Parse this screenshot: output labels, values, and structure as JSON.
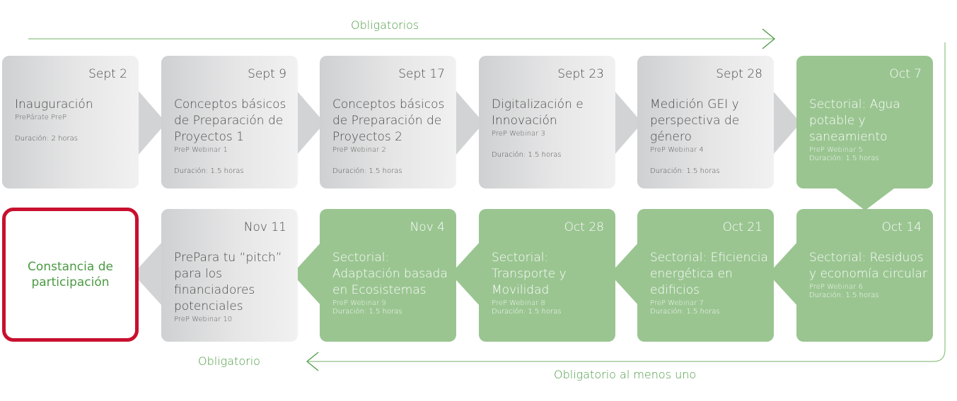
{
  "labels": {
    "top": "Obligatorios",
    "bottom_left": "Obligatorio",
    "bottom_right": "Obligatorio al menos uno"
  },
  "colors": {
    "gray": "#e3e3e4",
    "green": "#9ac591",
    "accent_line": "#4a9a42",
    "final_border": "#c8102e"
  },
  "row1": [
    {
      "date": "Sept 2",
      "title": "Inauguración",
      "sub": "PrePárate PreP",
      "duration": "Duración: 2 horas"
    },
    {
      "date": "Sept 9",
      "title": "Conceptos básicos de Preparación de Proyectos 1",
      "sub": "PreP Webinar 1",
      "duration": "Duración: 1.5 horas"
    },
    {
      "date": "Sept 17",
      "title": "Conceptos básicos de Preparación de Proyectos 2",
      "sub": "PreP Webinar 2",
      "duration": "Duración: 1.5 horas"
    },
    {
      "date": "Sept 23",
      "title": "Digitalización e Innovación",
      "sub": "PreP Webinar 3",
      "duration": "Duración: 1.5 horas"
    },
    {
      "date": "Sept 28",
      "title": "Medición GEI y perspectiva de género",
      "sub": "PreP Webinar 4",
      "duration": "Duración: 1.5 horas"
    },
    {
      "date": "Oct 7",
      "title": "Sectorial: Agua potable y saneamiento",
      "sub": "PreP Webinar 5",
      "duration": "Duración: 1.5 horas"
    }
  ],
  "row2": [
    {
      "date": "Nov 11",
      "title": "PrePara tu “pitch” para los financiadores potenciales",
      "sub": "PreP Webinar 10",
      "duration": ""
    },
    {
      "date": "Nov 4",
      "title": "Sectorial: Adaptación basada en Ecosistemas",
      "sub": "PreP Webinar 9",
      "duration": "Duración: 1.5 horas"
    },
    {
      "date": "Oct 28",
      "title": "Sectorial: Transporte y Movilidad",
      "sub": "PreP Webinar 8",
      "duration": "Duración: 1.5 horas"
    },
    {
      "date": "Oct 21",
      "title": "Sectorial: Eficiencia energética en edificios",
      "sub": "PreP Webinar 7",
      "duration": "Duración: 1.5 horas"
    },
    {
      "date": "Oct 14",
      "title": "Sectorial: Residuos y economía circular",
      "sub": "PreP Webinar 6",
      "duration": "Duración: 1.5 horas"
    }
  ],
  "final": {
    "label": "Constancia de participación"
  }
}
